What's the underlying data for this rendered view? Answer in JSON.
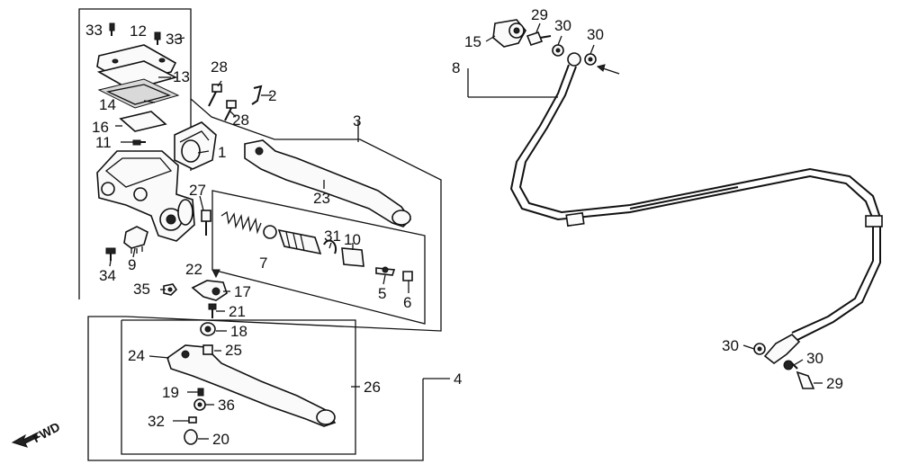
{
  "callouts": {
    "c1": "1",
    "c2": "2",
    "c3": "3",
    "c4": "4",
    "c5": "5",
    "c6": "6",
    "c7": "7",
    "c8": "8",
    "c9": "9",
    "c10": "10",
    "c11": "11",
    "c12": "12",
    "c13": "13",
    "c14": "14",
    "c15": "15",
    "c16": "16",
    "c17": "17",
    "c18": "18",
    "c19": "19",
    "c20": "20",
    "c21": "21",
    "c22": "22",
    "c23": "23",
    "c24": "24",
    "c25": "25",
    "c26": "26",
    "c27": "27",
    "c28a": "28",
    "c28b": "28",
    "c29a": "29",
    "c29b": "29",
    "c30a": "30",
    "c30b": "30",
    "c30c": "30",
    "c30d": "30",
    "c31": "31",
    "c32": "32",
    "c33a": "33",
    "c33b": "33",
    "c34": "34",
    "c35": "35",
    "c36": "36"
  },
  "fwd_label": "FWD"
}
